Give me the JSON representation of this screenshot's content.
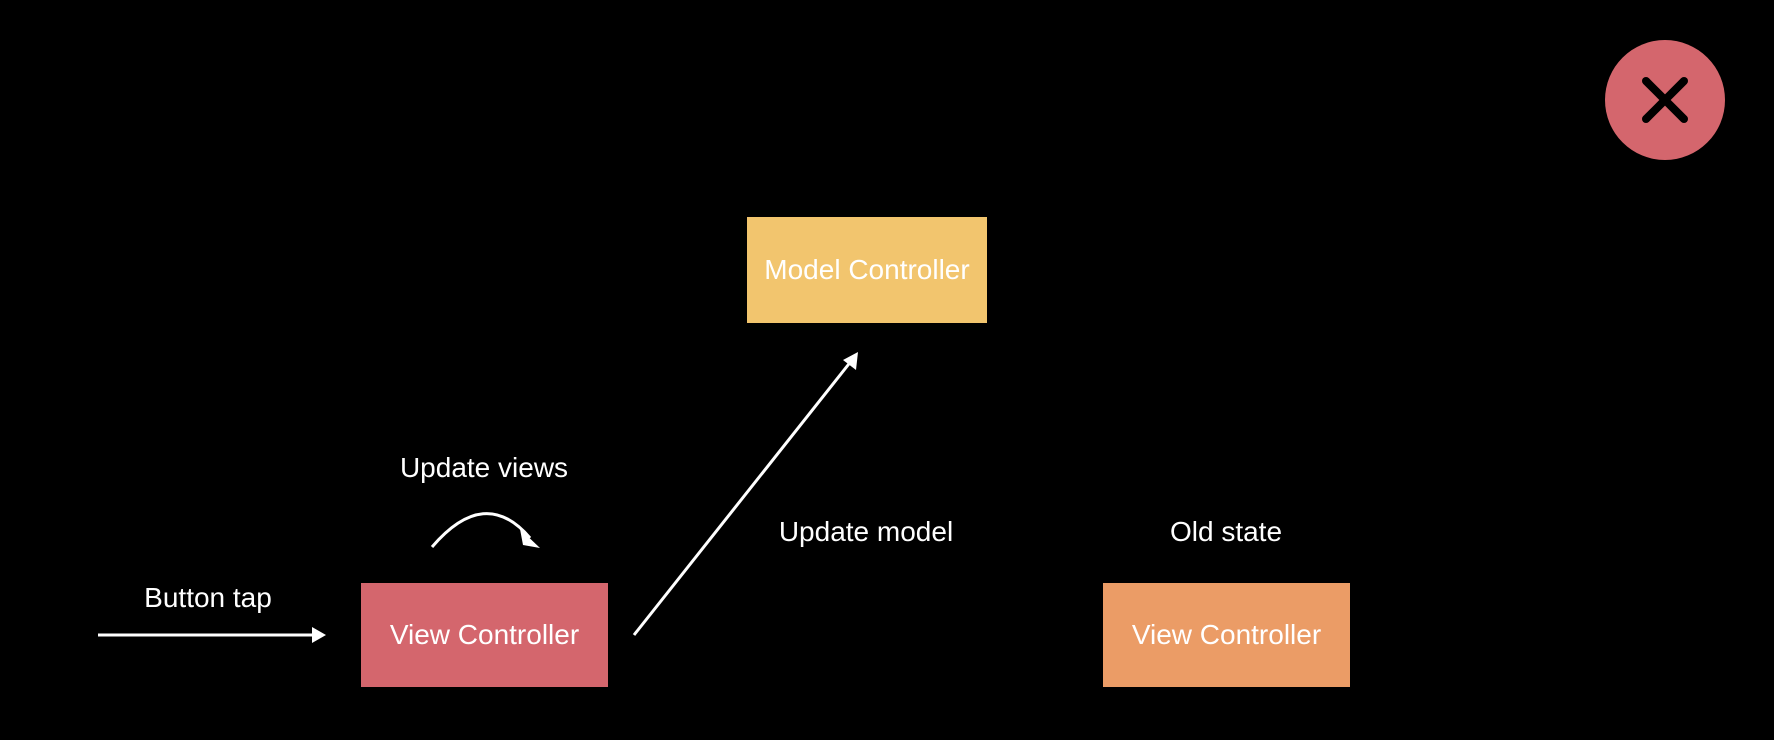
{
  "colors": {
    "background": "#000000",
    "view_controller_active": "#d4666d",
    "model_controller": "#f2c56e",
    "view_controller_old": "#eb9c66",
    "close_button": "#d4666d",
    "close_icon": "#000000",
    "arrow": "#ffffff",
    "text": "#ffffff"
  },
  "nodes": {
    "model_controller": "Model Controller",
    "view_controller_active": "View Controller",
    "view_controller_old": "View Controller"
  },
  "labels": {
    "button_tap": "Button tap",
    "update_views": "Update views",
    "update_model": "Update model",
    "old_state": "Old state"
  },
  "close_button": {
    "icon": "close-icon"
  }
}
